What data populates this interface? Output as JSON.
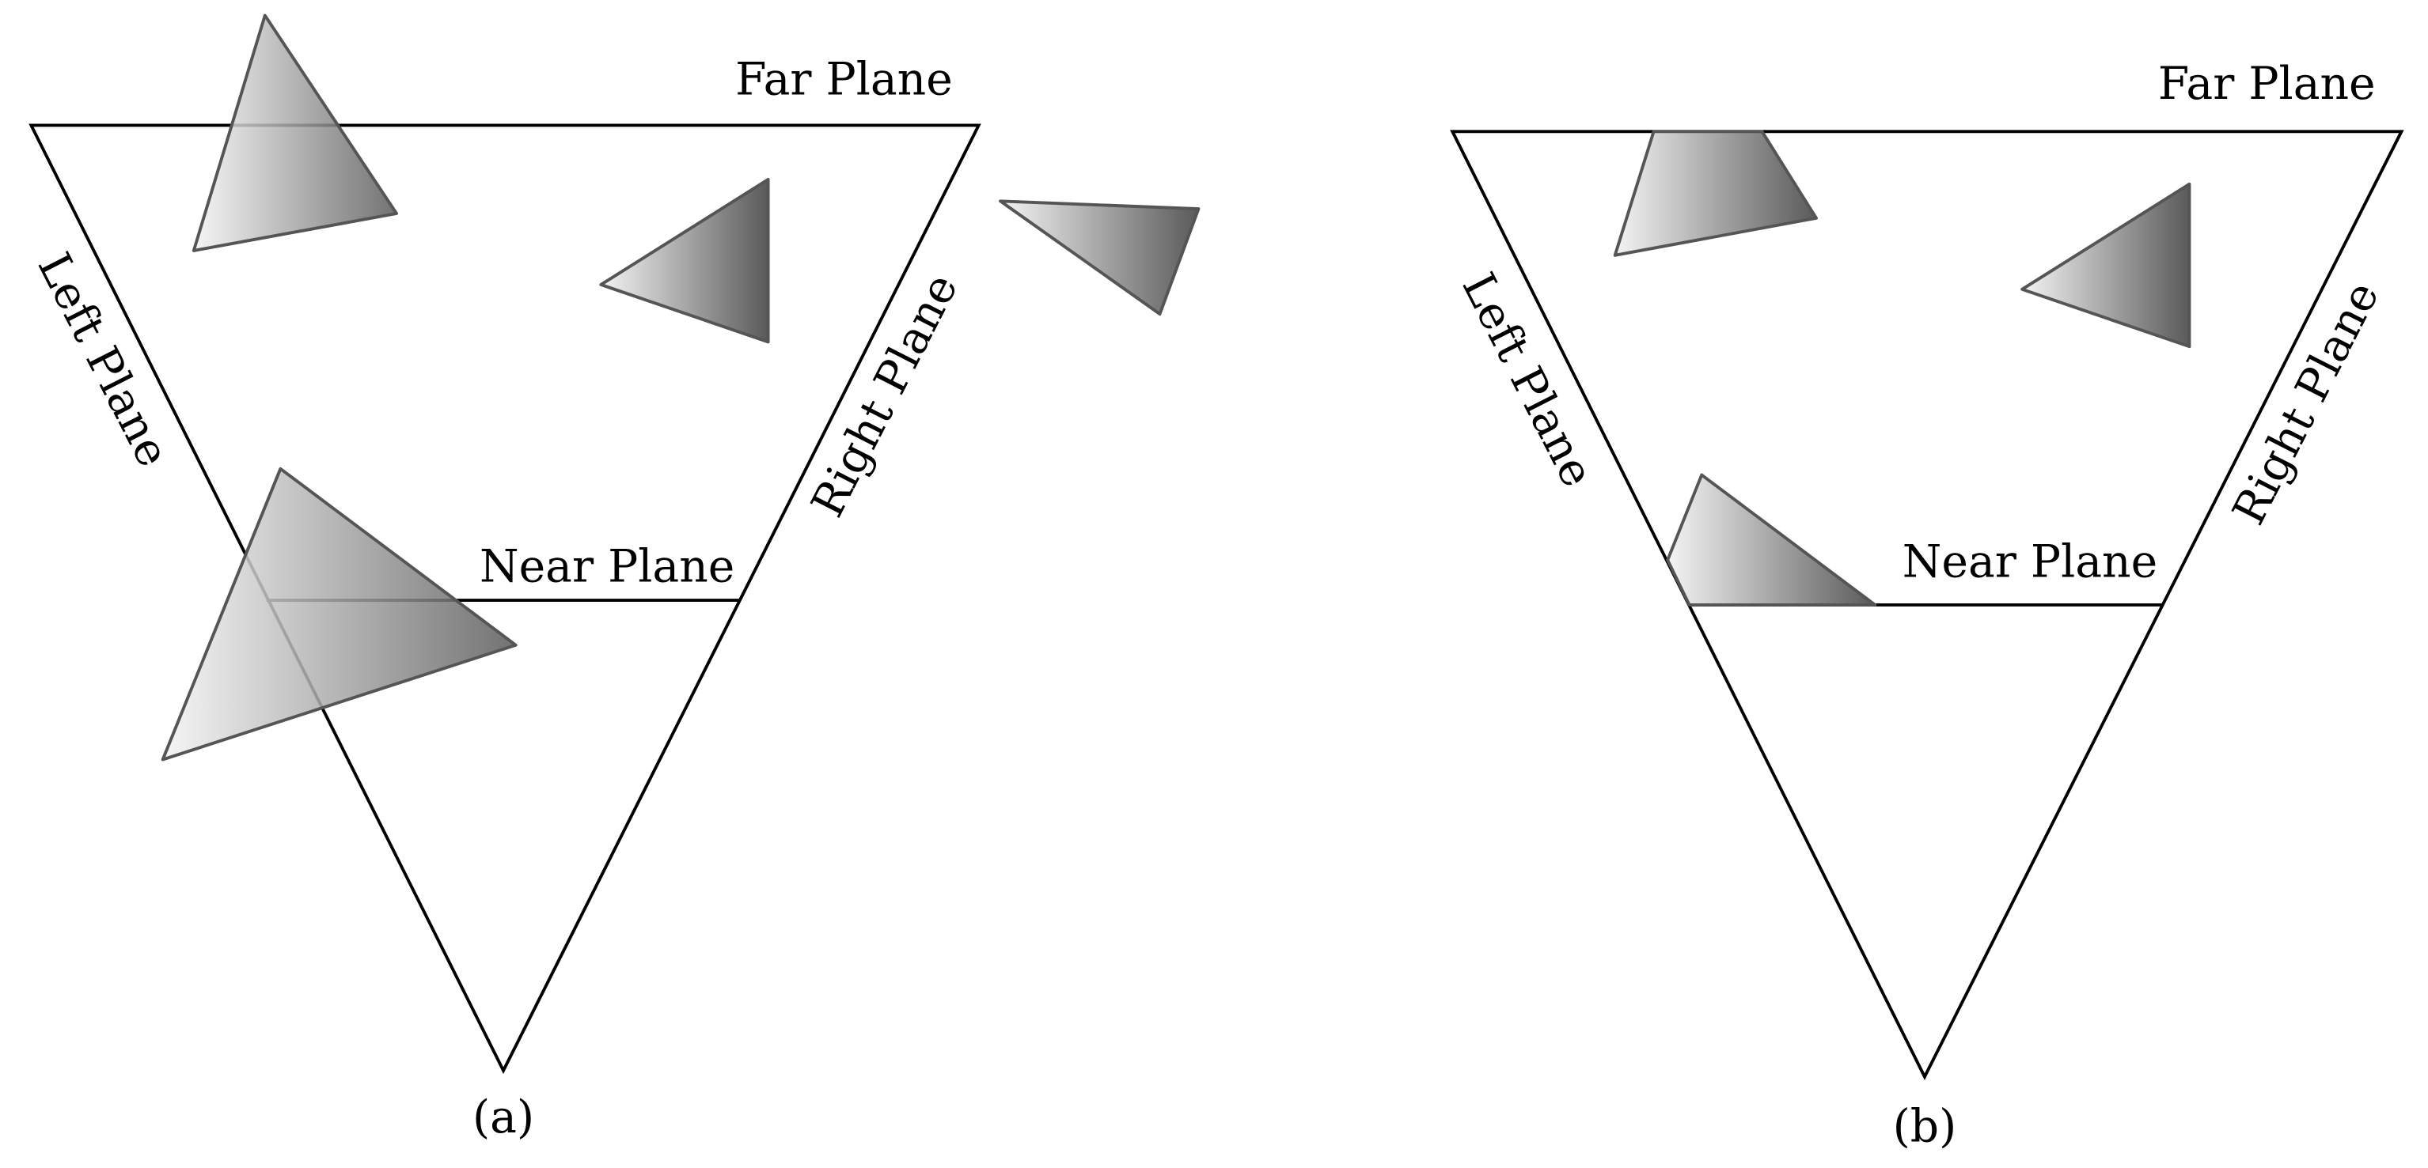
{
  "panels": [
    {
      "caption": "(a)",
      "far": "Far Plane",
      "near": "Near Plane",
      "left": "Left Plane",
      "right": "Right Plane"
    },
    {
      "caption": "(b)",
      "far": "Far Plane",
      "near": "Near Plane",
      "left": "Left Plane",
      "right": "Right Plane"
    }
  ],
  "colors": {
    "gradient_light": "#f4f4f4",
    "gradient_dark": "#5a5a5a",
    "outline": "#555555"
  }
}
